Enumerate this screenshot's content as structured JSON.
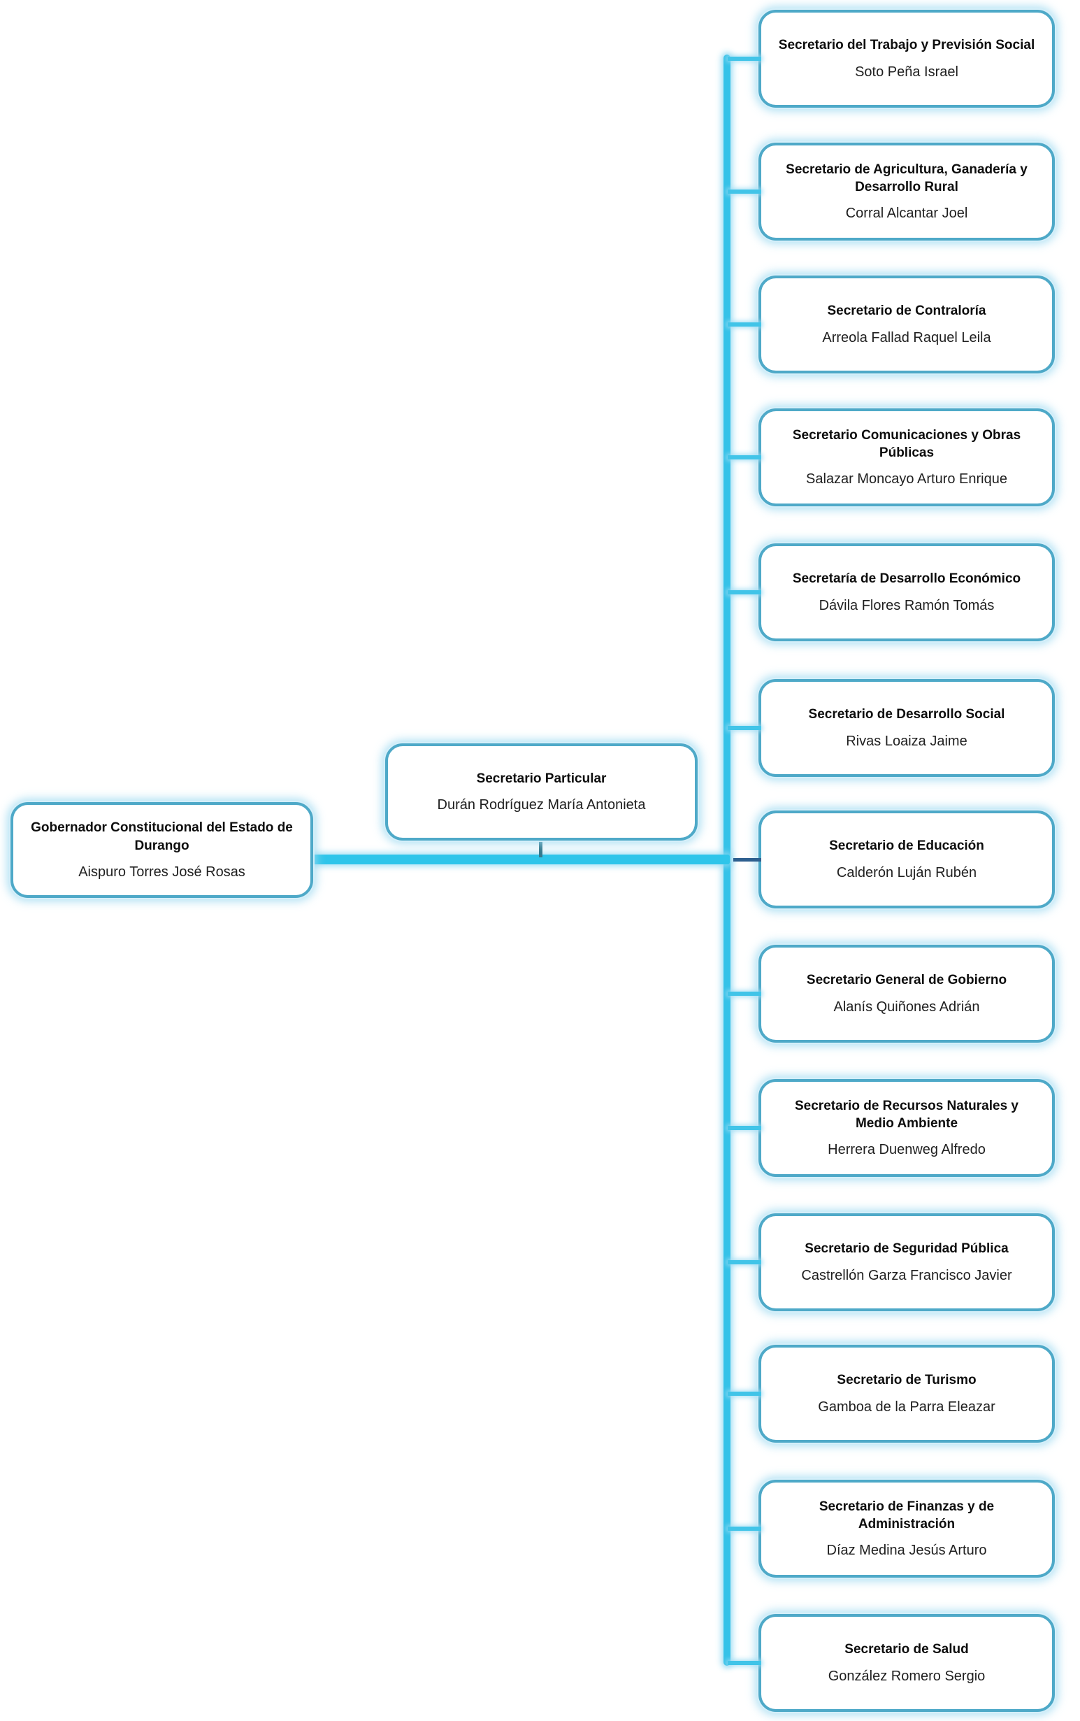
{
  "governor": {
    "title": "Gobernador Constitucional del Estado de Durango",
    "name": "Aispuro Torres José Rosas"
  },
  "particular": {
    "title": "Secretario Particular",
    "name": "Durán Rodríguez María Antonieta"
  },
  "secretaries": [
    {
      "title": "Secretario del Trabajo y Previsión Social",
      "name": "Soto Peña Israel"
    },
    {
      "title": "Secretario de Agricultura, Ganadería y Desarrollo Rural",
      "name": "Corral Alcantar Joel"
    },
    {
      "title": "Secretario de Contraloría",
      "name": "Arreola Fallad Raquel Leila"
    },
    {
      "title": "Secretario Comunicaciones y Obras Públicas",
      "name": "Salazar Moncayo Arturo Enrique"
    },
    {
      "title": "Secretaría de Desarrollo Económico",
      "name": "Dávila Flores Ramón Tomás"
    },
    {
      "title": "Secretario de Desarrollo Social",
      "name": "Rivas Loaiza Jaime"
    },
    {
      "title": "Secretario de Educación",
      "name": "Calderón Luján Rubén"
    },
    {
      "title": "Secretario General de Gobierno",
      "name": "Alanís Quiñones Adrián"
    },
    {
      "title": "Secretario de Recursos Naturales y Medio Ambiente",
      "name": "Herrera Duenweg Alfredo"
    },
    {
      "title": "Secretario de Seguridad Pública",
      "name": "Castrellón Garza Francisco Javier"
    },
    {
      "title": "Secretario de Turismo",
      "name": "Gamboa de la Parra Eleazar"
    },
    {
      "title": "Secretario de Finanzas y de Administración",
      "name": "Díaz Medina Jesús Arturo"
    },
    {
      "title": "Secretario de Salud",
      "name": "González Romero Sergio"
    }
  ],
  "colors": {
    "connector_cyan": "#35c2e8",
    "connector_navy": "#2d5f8f",
    "connector_dark_teal": "#35798e",
    "box_border": "#4ea9c8",
    "box_glow": "#9ed9f0",
    "box_fill": "#ffffff",
    "title_text": "#0d0d0d",
    "name_text": "#1f1f1f"
  }
}
